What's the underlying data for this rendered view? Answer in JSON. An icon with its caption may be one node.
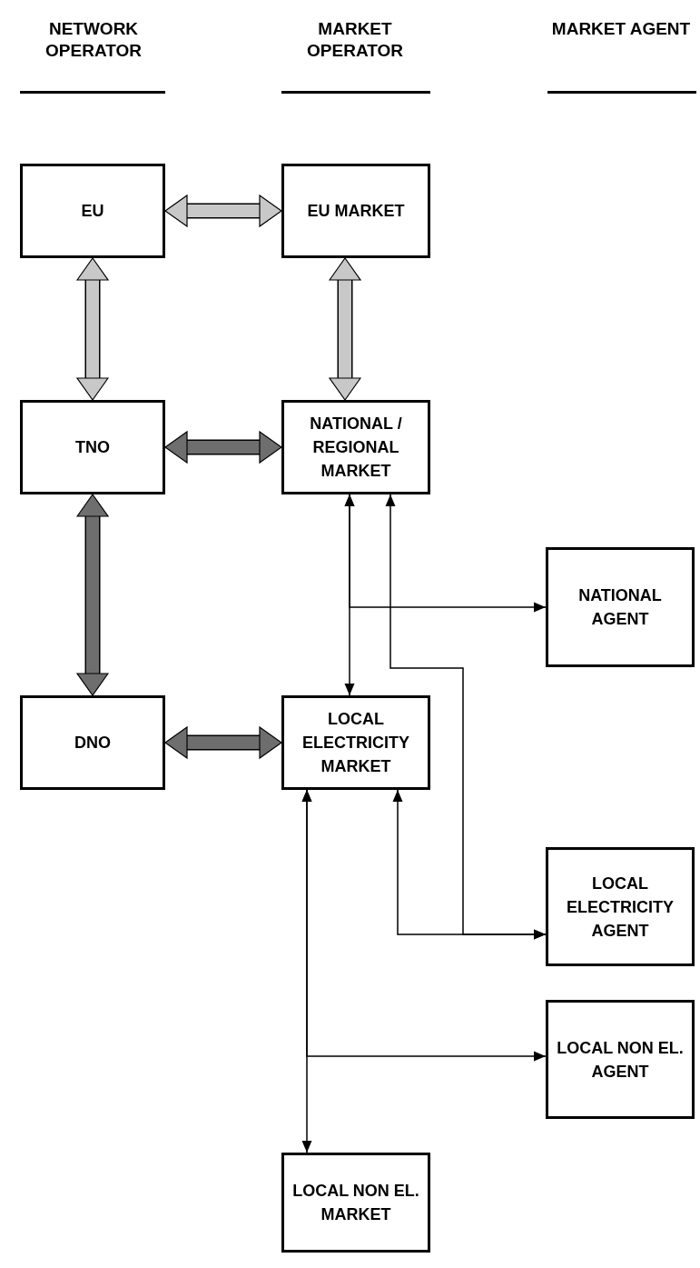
{
  "diagram": {
    "nodes": [
      {
        "text": [
          "EU"
        ]
      },
      {
        "text": [
          "EU MARKET"
        ]
      },
      {
        "text": [
          "TNO"
        ]
      },
      {
        "text": [
          "NATIONAL / REGIONAL MARKET"
        ]
      },
      {
        "text": [
          "NATIONAL AGENT"
        ]
      },
      {
        "text": [
          "DNO"
        ]
      },
      {
        "text": [
          "LOCAL ELECTRICITY MARKET"
        ]
      },
      {
        "text": [
          "LOCAL ELECTRICITY AGENT"
        ]
      },
      {
        "text": [
          "LOCAL NON EL. AGENT"
        ]
      },
      {
        "text": [
          "LOCAL NON EL. MARKET"
        ]
      }
    ],
    "edges": [
      {
        "from": 0,
        "to": 1,
        "arrow": "both",
        "style": "thick",
        "color": "#c8c8c8"
      },
      {
        "from": 0,
        "to": 2,
        "arrow": "both",
        "style": "thick",
        "color": "#c8c8c8"
      },
      {
        "from": 1,
        "to": 3,
        "arrow": "both",
        "style": "thick",
        "color": "#c8c8c8"
      },
      {
        "from": 2,
        "to": 3,
        "arrow": "both",
        "style": "thick",
        "color": "#6e6e6e"
      },
      {
        "from": 2,
        "to": 5,
        "arrow": "both",
        "style": "thick",
        "color": "#6e6e6e"
      },
      {
        "from": 5,
        "to": 6,
        "arrow": "both",
        "style": "thick",
        "color": "#6e6e6e"
      },
      {
        "from": 3,
        "to": 6,
        "arrow": "both"
      },
      {
        "from": 3,
        "to": 4,
        "arrow": "both"
      },
      {
        "from": 3,
        "to": 7,
        "arrow": "both"
      },
      {
        "from": 6,
        "to": 7,
        "arrow": "both"
      },
      {
        "from": 6,
        "to": 9,
        "arrow": "both"
      },
      {
        "from": 6,
        "to": 8,
        "arrow": "both"
      }
    ],
    "labels": [
      "NETWORK OPERATOR",
      "MARKET OPERATOR",
      "MARKET AGENT"
    ]
  }
}
